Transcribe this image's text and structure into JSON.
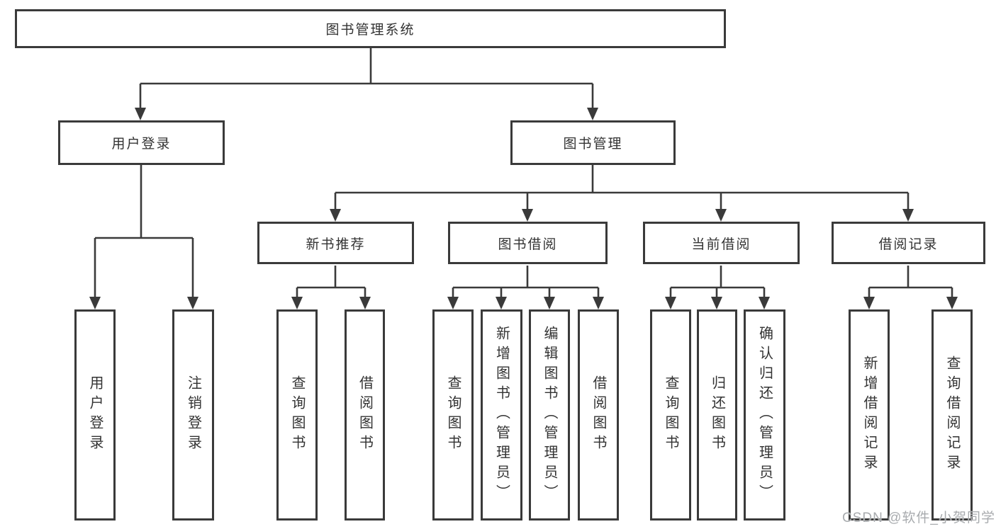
{
  "diagram_type": "hierarchy-tree",
  "colors": {
    "background": "#ffffff",
    "line": "#3a3a3a",
    "box_border": "#3a3a3a",
    "text": "#333333",
    "watermark": "#a8abae"
  },
  "tree": {
    "label": "图书管理系统",
    "children": [
      {
        "label": "用户登录",
        "children": [
          {
            "label": "用户登录"
          },
          {
            "label": "注销登录"
          }
        ]
      },
      {
        "label": "图书管理",
        "children": [
          {
            "label": "新书推荐",
            "children": [
              {
                "label": "查询图书"
              },
              {
                "label": "借阅图书"
              }
            ]
          },
          {
            "label": "图书借阅",
            "children": [
              {
                "label": "查询图书"
              },
              {
                "label": "新增图书（管理员）"
              },
              {
                "label": "编辑图书（管理员）"
              },
              {
                "label": "借阅图书"
              }
            ]
          },
          {
            "label": "当前借阅",
            "children": [
              {
                "label": "查询图书"
              },
              {
                "label": "归还图书"
              },
              {
                "label": "确认归还（管理员）"
              }
            ]
          },
          {
            "label": "借阅记录",
            "children": [
              {
                "label": "新增借阅记录"
              },
              {
                "label": "查询借阅记录"
              }
            ]
          }
        ]
      }
    ]
  },
  "watermark": "CSDN @软件_小贺同学"
}
